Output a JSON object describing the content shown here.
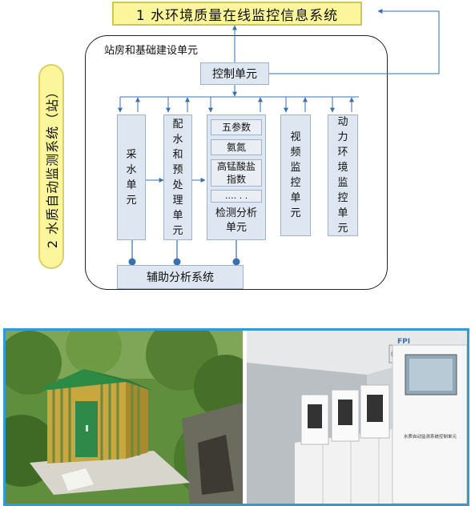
{
  "system_title": "1 水环境质量在线监控信息系统",
  "side_title": "2 水质自动监测系统（站）",
  "station_label": "站房和基础建设单元",
  "control_unit": "控制单元",
  "units": {
    "sampling": "采水单元",
    "pretreatment": "配水和预处理单元",
    "video": "视频监控单元",
    "environment": "动力环境监控单元"
  },
  "analysis": {
    "items": [
      "五参数",
      "氨氮",
      "高锰酸盐指数",
      "…. . ."
    ],
    "label": "检测分析单元"
  },
  "aux_system": "辅助分析系统",
  "photo_right": {
    "panel_label": "水质自动监测系统控制单元",
    "brand": "FPI"
  },
  "colors": {
    "title_fill": "#fbf59b",
    "unit_fill": "#dde6f1",
    "arrow": "#3a6fb0",
    "dot": "#3a6fb0",
    "photo_border": "#2e9bd6"
  }
}
